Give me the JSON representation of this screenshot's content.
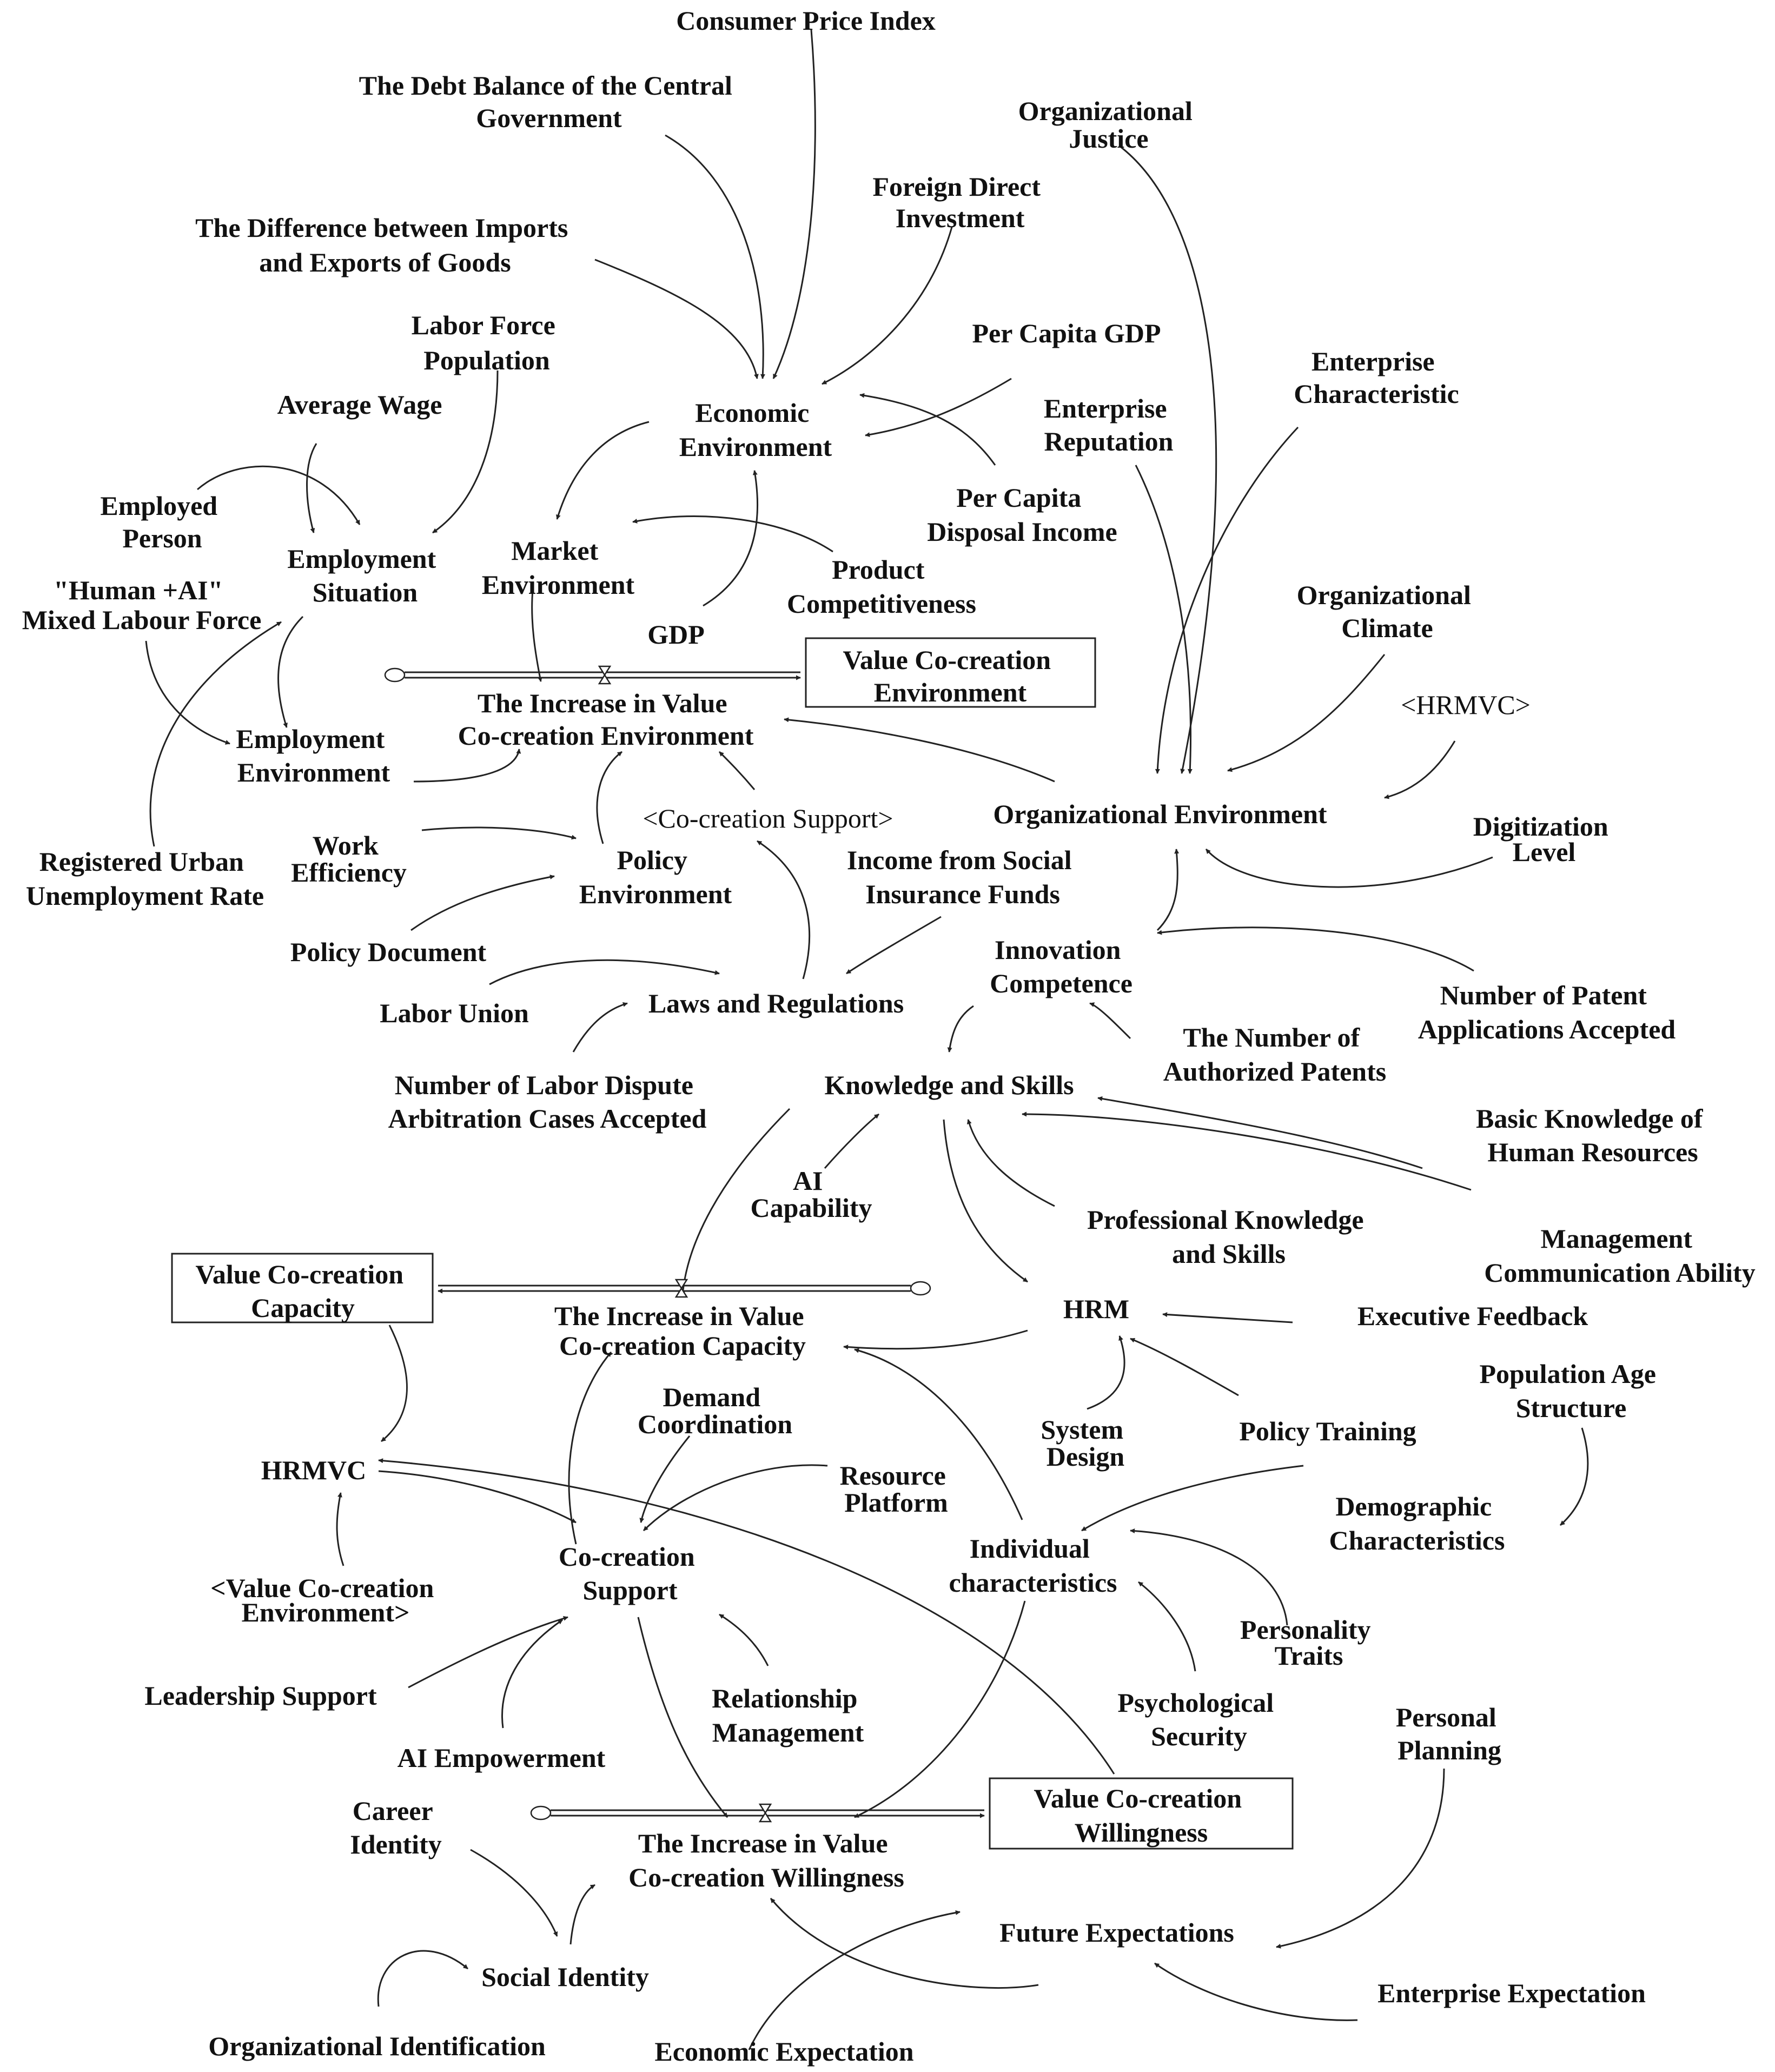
{
  "nodes": {
    "cpi": "Consumer Price Index",
    "debt_balance": [
      "The Debt Balance of the Central",
      "Government"
    ],
    "org_justice": [
      "Organizational",
      "Justice"
    ],
    "fdi": [
      "Foreign Direct",
      "Investment"
    ],
    "imports_exports": [
      "The Difference between Imports",
      "and Exports of Goods"
    ],
    "labor_force": [
      "Labor Force",
      "Population"
    ],
    "per_capita_gdp": "Per Capita GDP",
    "enterprise_characteristic": [
      "Enterprise",
      "Characteristic"
    ],
    "average_wage": "Average Wage",
    "economic_environment": [
      "Economic",
      "Environment"
    ],
    "enterprise_reputation": [
      "Enterprise",
      "Reputation"
    ],
    "employed_person": [
      "Employed",
      "Person"
    ],
    "employment_situation": [
      "Employment",
      "Situation"
    ],
    "market_environment": [
      "Market",
      "Environment"
    ],
    "per_capita_disposal": [
      "Per Capita",
      "Disposal Income"
    ],
    "human_ai": [
      "\"Human +AI\"",
      "Mixed Labour Force"
    ],
    "product_competitiveness": [
      "Product",
      "Competitiveness"
    ],
    "org_climate": [
      "Organizational",
      "Climate"
    ],
    "gdp": "GDP",
    "vce_stock": [
      "Value Co-creation",
      "Environment"
    ],
    "increase_vce": [
      "The Increase in Value",
      "Co-creation Environment"
    ],
    "hrmvc_shadow": "<HRMVC>",
    "employment_environment": [
      "Employment",
      "Environment"
    ],
    "cocreation_support_shadow": "<Co-creation Support>",
    "org_environment": "Organizational Environment",
    "registered_unemployment": [
      "Registered Urban",
      "Unemployment Rate"
    ],
    "work_efficiency": [
      "Work",
      "Efficiency"
    ],
    "policy_environment": [
      "Policy",
      "Environment"
    ],
    "income_social_insurance": [
      "Income from Social",
      "Insurance Funds"
    ],
    "digitization_level": [
      "Digitization",
      "Level"
    ],
    "policy_document": "Policy Document",
    "innovation_competence": [
      "Innovation",
      "Competence"
    ],
    "labor_union": "Labor Union",
    "laws_regulations": "Laws and Regulations",
    "patent_applications": [
      "Number of Patent",
      "Applications Accepted"
    ],
    "authorized_patents": [
      "The Number of",
      "Authorized Patents"
    ],
    "labor_dispute": [
      "Number of Labor Dispute",
      "Arbitration Cases Accepted"
    ],
    "knowledge_skills": "Knowledge and Skills",
    "basic_knowledge_hr": [
      "Basic Knowledge of",
      "Human Resources"
    ],
    "ai_capability": [
      "AI",
      "Capability"
    ],
    "professional_knowledge": [
      "Professional Knowledge",
      "and Skills"
    ],
    "management_communication": [
      "Management",
      "Communication Ability"
    ],
    "vcc_stock": [
      "Value Co-creation",
      "Capacity"
    ],
    "hrm": "HRM",
    "executive_feedback": "Executive Feedback",
    "increase_vcc": [
      "The Increase in Value",
      "Co-creation Capacity"
    ],
    "population_age": [
      "Population Age",
      "Structure"
    ],
    "demand_coordination": [
      "Demand",
      "Coordination"
    ],
    "system_design": [
      "System",
      "Design"
    ],
    "policy_training": "Policy Training",
    "hrmvc": "HRMVC",
    "resource_platform": [
      "Resource",
      "Platform"
    ],
    "demographic": [
      "Demographic",
      "Characteristics"
    ],
    "cocreation_support": [
      "Co-creation",
      "Support"
    ],
    "individual_characteristics": [
      "Individual",
      "characteristics"
    ],
    "vce_shadow": [
      "<Value Co-creation",
      "Environment>"
    ],
    "personality_traits": [
      "Personality",
      "Traits"
    ],
    "leadership_support": "Leadership Support",
    "relationship_management": [
      "Relationship",
      "Management"
    ],
    "psychological_security": [
      "Psychological",
      "Security"
    ],
    "personal_planning": [
      "Personal",
      "Planning"
    ],
    "ai_empowerment": "AI Empowerment",
    "career_identity": [
      "Career",
      "Identity"
    ],
    "vcw_stock": [
      "Value Co-creation",
      "Willingness"
    ],
    "increase_vcw": [
      "The Increase in Value",
      "Co-creation Willingness"
    ],
    "future_expectations": "Future Expectations",
    "social_identity": "Social Identity",
    "enterprise_expectation": "Enterprise Expectation",
    "org_identification": "Organizational Identification",
    "economic_expectation": "Economic Expectation"
  },
  "flows": [
    {
      "from": "cloud",
      "to": "vce_stock",
      "rate": "increase_vce"
    },
    {
      "from": "cloud",
      "to": "vcc_stock",
      "rate": "increase_vcc"
    },
    {
      "from": "cloud",
      "to": "vcw_stock",
      "rate": "increase_vcw"
    }
  ],
  "links": [
    [
      "cpi",
      "economic_environment"
    ],
    [
      "debt_balance",
      "economic_environment"
    ],
    [
      "imports_exports",
      "economic_environment"
    ],
    [
      "fdi",
      "economic_environment"
    ],
    [
      "per_capita_gdp",
      "economic_environment"
    ],
    [
      "per_capita_disposal",
      "economic_environment"
    ],
    [
      "gdp",
      "economic_environment"
    ],
    [
      "economic_environment",
      "market_environment"
    ],
    [
      "product_competitiveness",
      "market_environment"
    ],
    [
      "market_environment",
      "increase_vce"
    ],
    [
      "average_wage",
      "employment_situation"
    ],
    [
      "employed_person",
      "employment_situation"
    ],
    [
      "labor_force",
      "employment_situation"
    ],
    [
      "employment_situation",
      "employment_environment"
    ],
    [
      "human_ai",
      "employment_environment"
    ],
    [
      "registered_unemployment",
      "employment_situation"
    ],
    [
      "employment_environment",
      "increase_vce"
    ],
    [
      "policy_environment",
      "increase_vce"
    ],
    [
      "cocreation_support_shadow",
      "increase_vce"
    ],
    [
      "org_environment",
      "increase_vce"
    ],
    [
      "work_efficiency",
      "policy_environment"
    ],
    [
      "policy_document",
      "policy_environment"
    ],
    [
      "laws_regulations",
      "cocreation_support_shadow"
    ],
    [
      "labor_union",
      "laws_regulations"
    ],
    [
      "labor_dispute",
      "laws_regulations"
    ],
    [
      "income_social_insurance",
      "laws_regulations"
    ],
    [
      "org_justice",
      "org_environment"
    ],
    [
      "enterprise_reputation",
      "org_environment"
    ],
    [
      "enterprise_characteristic",
      "org_environment"
    ],
    [
      "org_climate",
      "org_environment"
    ],
    [
      "hrmvc_shadow",
      "org_environment"
    ],
    [
      "digitization_level",
      "org_environment"
    ],
    [
      "innovation_competence",
      "org_environment"
    ],
    [
      "patent_applications",
      "innovation_competence"
    ],
    [
      "authorized_patents",
      "innovation_competence"
    ],
    [
      "innovation_competence",
      "knowledge_skills"
    ],
    [
      "ai_capability",
      "knowledge_skills"
    ],
    [
      "basic_knowledge_hr",
      "knowledge_skills"
    ],
    [
      "management_communication",
      "knowledge_skills"
    ],
    [
      "professional_knowledge",
      "knowledge_skills"
    ],
    [
      "knowledge_skills",
      "hrm"
    ],
    [
      "knowledge_skills",
      "increase_vcc"
    ],
    [
      "executive_feedback",
      "hrm"
    ],
    [
      "system_design",
      "hrm"
    ],
    [
      "policy_training",
      "hrm"
    ],
    [
      "hrm",
      "increase_vcc"
    ],
    [
      "individual_characteristics",
      "increase_vcc"
    ],
    [
      "vcc_stock",
      "hrmvc"
    ],
    [
      "vce_shadow",
      "hrmvc"
    ],
    [
      "vcw_stock",
      "hrmvc"
    ],
    [
      "hrmvc",
      "cocreation_support"
    ],
    [
      "demand_coordination",
      "cocreation_support"
    ],
    [
      "resource_platform",
      "cocreation_support"
    ],
    [
      "cocreation_support",
      "increase_vcc"
    ],
    [
      "leadership_support",
      "cocreation_support"
    ],
    [
      "ai_empowerment",
      "cocreation_support"
    ],
    [
      "relationship_management",
      "cocreation_support"
    ],
    [
      "cocreation_support",
      "increase_vcw"
    ],
    [
      "population_age",
      "demographic"
    ],
    [
      "demographic",
      "individual_characteristics"
    ],
    [
      "personality_traits",
      "individual_characteristics"
    ],
    [
      "psychological_security",
      "individual_characteristics"
    ],
    [
      "individual_characteristics",
      "increase_vcw"
    ],
    [
      "career_identity",
      "social_identity"
    ],
    [
      "org_identification",
      "social_identity"
    ],
    [
      "social_identity",
      "increase_vcw"
    ],
    [
      "future_expectations",
      "increase_vcw"
    ],
    [
      "personal_planning",
      "future_expectations"
    ],
    [
      "enterprise_expectation",
      "future_expectations"
    ],
    [
      "economic_expectation",
      "future_expectations"
    ]
  ]
}
